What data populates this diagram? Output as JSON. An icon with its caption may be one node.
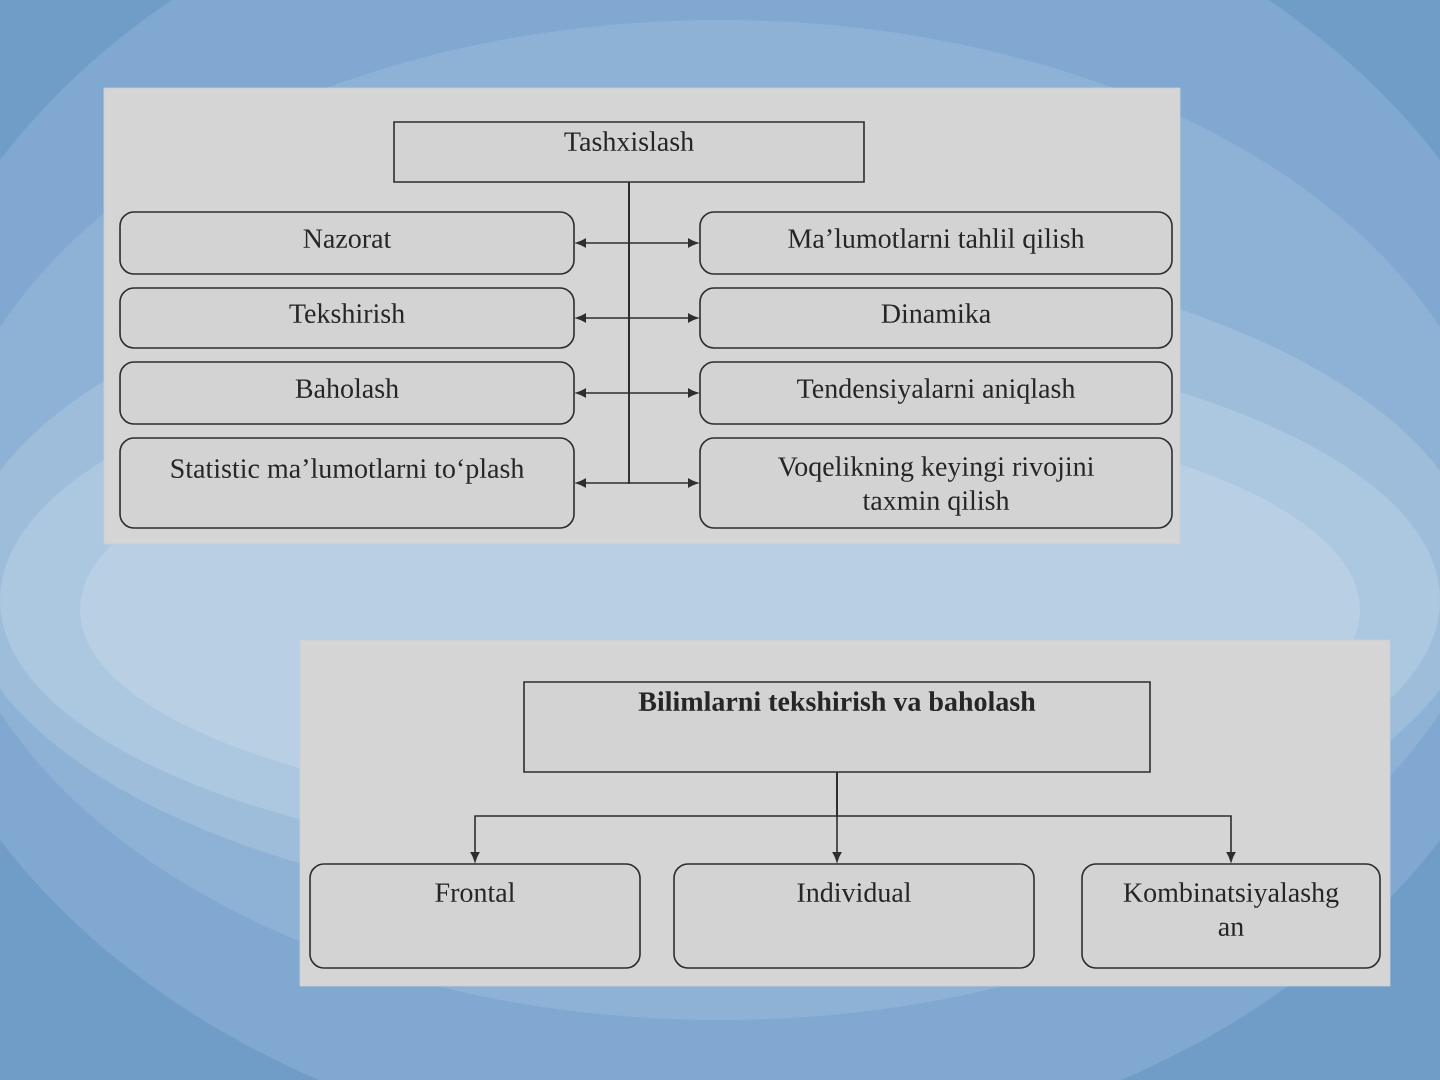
{
  "diagram": {
    "nodes": [
      {
        "text": [
          "Tashxislash"
        ]
      },
      {
        "text": [
          "Nazorat"
        ]
      },
      {
        "text": [
          "Ma’lumotlarni tahlil qilish"
        ]
      },
      {
        "text": [
          "Tekshirish"
        ]
      },
      {
        "text": [
          "Dinamika"
        ]
      },
      {
        "text": [
          "Baholash"
        ]
      },
      {
        "text": [
          "Tendensiyalarni aniqlash"
        ]
      },
      {
        "text": [
          "Statistic ma’lumotlarni to‘plash"
        ]
      },
      {
        "text": [
          "Voqelikning keyingi rivojini taxmin qilish"
        ]
      },
      {
        "text": [
          "Bilimlarni tekshirish va baholash"
        ]
      },
      {
        "text": [
          "Frontal"
        ]
      },
      {
        "text": [
          "Individual"
        ]
      },
      {
        "text": [
          "Kombinatsiyalashg an"
        ]
      }
    ],
    "edges": [
      {
        "from": 0,
        "to": 1,
        "arrow": "to"
      },
      {
        "from": 0,
        "to": 2,
        "arrow": "to"
      },
      {
        "from": 0,
        "to": 3,
        "arrow": "to"
      },
      {
        "from": 0,
        "to": 4,
        "arrow": "to"
      },
      {
        "from": 0,
        "to": 5,
        "arrow": "to"
      },
      {
        "from": 0,
        "to": 6,
        "arrow": "to"
      },
      {
        "from": 0,
        "to": 7,
        "arrow": "to"
      },
      {
        "from": 0,
        "to": 8,
        "arrow": "to"
      },
      {
        "from": 9,
        "to": 10,
        "arrow": "to"
      },
      {
        "from": 9,
        "to": 11,
        "arrow": "to"
      },
      {
        "from": 9,
        "to": 12,
        "arrow": "to"
      }
    ]
  }
}
